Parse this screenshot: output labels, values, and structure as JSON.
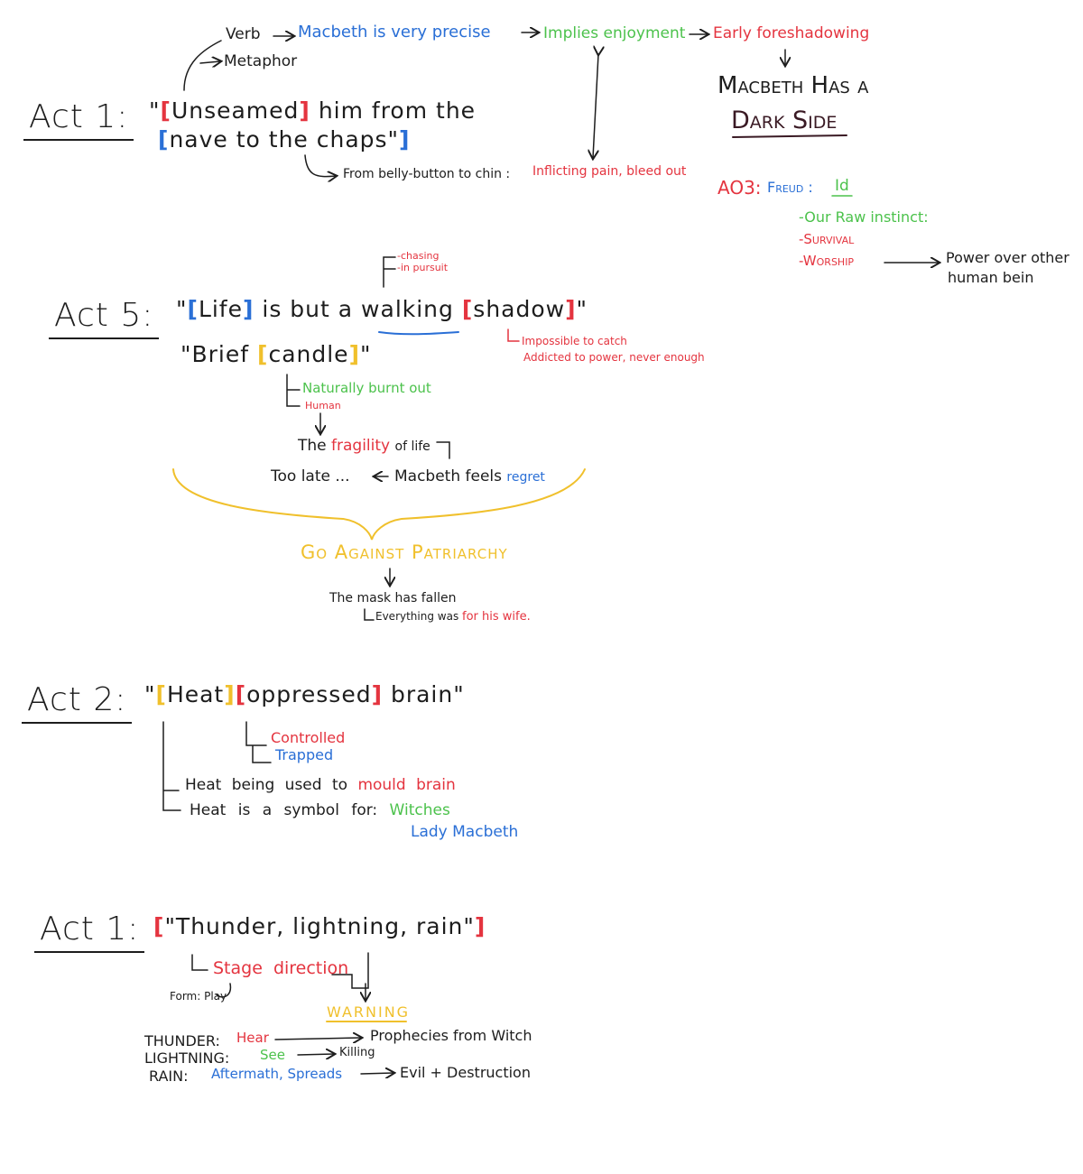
{
  "colors": {
    "red": "#e4343f",
    "blue": "#2a6fd6",
    "green": "#4cc24c",
    "yellow": "#f0c02c",
    "black": "#1d1d1d",
    "maroon": "#3a1a24"
  },
  "act1a": {
    "label": "Act 1:",
    "verb": "Verb",
    "metaphor": "Metaphor",
    "precise": "Macbeth is very precise",
    "implies": "Implies enjoyment",
    "foreshadow": "Early foreshadowing",
    "quote_open": "\"",
    "word1": "Unseamed",
    "quote_rest1": "him from the",
    "word2": "nave to the chaps\"",
    "belly": "From belly-button to chin :",
    "pain": "Inflicting pain, bleed out",
    "dark1": "Macbeth Has a",
    "dark2": "Dark Side",
    "ao3": "AO3:",
    "freud": "Freud :",
    "id": "Id",
    "raw": "-Our Raw instinct:",
    "survival": "-Survival",
    "worship": "-Worship",
    "power1": "Power over other",
    "power2": "human bein"
  },
  "act5": {
    "label": "Act 5:",
    "chasing": "-chasing",
    "pursuit": "-in pursuit",
    "q_open": "\"",
    "life": "Life",
    "mid": "is but a",
    "walking": "walking",
    "shadow": "shadow",
    "q_close": "\"",
    "brief": "\"Brief",
    "candle": "candle",
    "impossible": "Impossible to catch",
    "addicted": "Addicted to power, never enough",
    "naturally": "Naturally burnt out",
    "human": "Human",
    "the": "The",
    "fragility": "fragility",
    "oflife": "of life",
    "toolate": "Too late ...",
    "feels": "Macbeth feels",
    "regret": "regret",
    "patriarchy": "Go Against Patriarchy",
    "mask": "The mask has fallen",
    "everything": "Everything was",
    "forwife": "for his wife."
  },
  "act2": {
    "label": "Act 2:",
    "q_open": "\"",
    "heat": "Heat",
    "oppressed": "oppressed",
    "brain": "brain\"",
    "controlled": "Controlled",
    "trapped": "Trapped",
    "heat_being": "Heat being used to",
    "mould": "mould brain",
    "symbol": "Heat is a symbol for:",
    "witches": "Witches",
    "lady": "Lady Macbeth"
  },
  "act1b": {
    "label": "Act 1:",
    "quote": "\"Thunder, lightning, rain\"",
    "stage": "Stage direction",
    "form": "Form: Play",
    "warning": "Warning",
    "thunder": "THUNDER:",
    "hear": "Hear",
    "prophecies": "Prophecies from Witch",
    "lightning": "LIGHTNING:",
    "see": "See",
    "killing": "Killing",
    "rain": "RAIN:",
    "aftermath": "Aftermath, Spreads",
    "evil": "Evil + Destruction"
  }
}
